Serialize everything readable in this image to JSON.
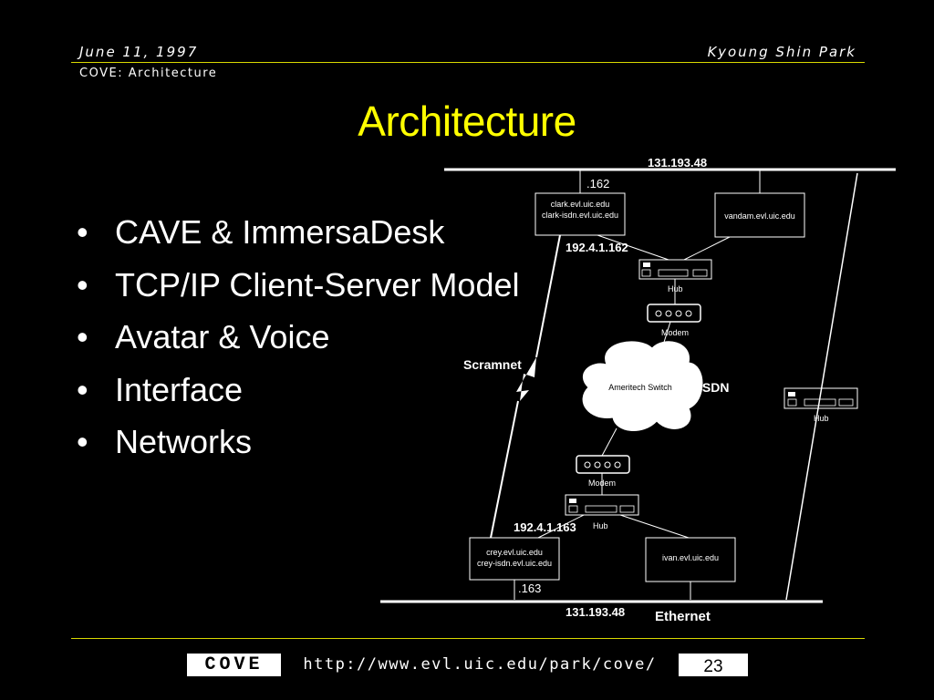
{
  "header": {
    "date": "June 11, 1997",
    "author": "Kyoung Shin Park",
    "subtitle": "COVE: Architecture"
  },
  "title": "Architecture",
  "bullets": [
    {
      "marker": "•",
      "text": "CAVE & ImmersaDesk"
    },
    {
      "marker": "•",
      "text": "TCP/IP Client-Server Model"
    },
    {
      "marker": "•",
      "text": "Avatar & Voice"
    },
    {
      "marker": "•",
      "text": "Interface"
    },
    {
      "marker": "•",
      "text": "Networks"
    }
  ],
  "diagram": {
    "top_net": "131.193.48",
    "top_host_octet": ".162",
    "clark_host_line1": "clark.evl.uic.edu",
    "clark_host_line2": "clark-isdn.evl.uic.edu",
    "vandam_host": "vandam.evl.uic.edu",
    "clark_isdn_ip": "192.4.1.162",
    "hub_top_label": "Hub",
    "modem_top_label": "Modem",
    "scramnet_label": "Scramnet",
    "switch_label": "Ameritech Switch",
    "isdn_label": "ISDN",
    "hub_right_label": "Hub",
    "modem_bottom_label": "Modem",
    "hub_bottom_label": "Hub",
    "crey_isdn_ip": "192.4.1.163",
    "crey_host_line1": "crey.evl.uic.edu",
    "crey_host_line2": "crey-isdn.evl.uic.edu",
    "ivan_host": "ivan.evl.uic.edu",
    "bottom_host_octet": ".163",
    "bottom_net": "131.193.48",
    "ethernet_label": "Ethernet"
  },
  "footer": {
    "project": "COVE",
    "url": "http://www.evl.uic.edu/park/cove/",
    "page": "23"
  },
  "colors": {
    "accent": "#ffff00",
    "background": "#000000",
    "rule": "#d8d800"
  }
}
